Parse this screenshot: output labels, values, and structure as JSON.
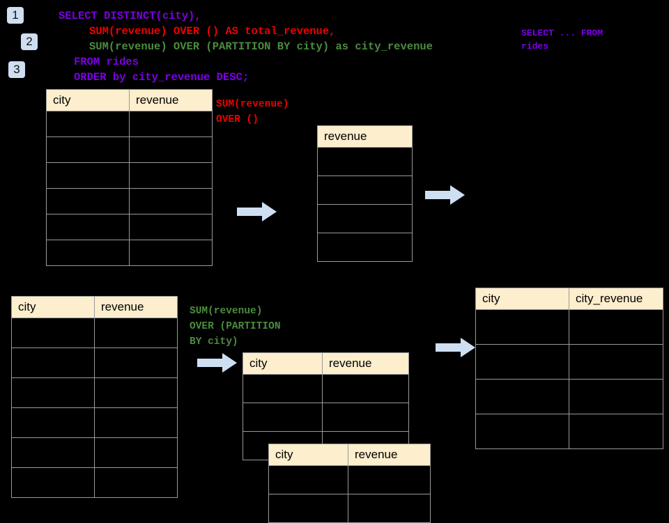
{
  "steps": [
    {
      "label": "1"
    },
    {
      "label": "2"
    },
    {
      "label": "3"
    }
  ],
  "sql": {
    "line1": "SELECT DISTINCT(city),",
    "line2": "SUM(revenue) OVER () AS total_revenue,",
    "line3": "SUM(revenue) OVER (PARTITION BY city) as city_revenue",
    "line4": "FROM rides",
    "line5": "ORDER by city_revenue DESC;",
    "colors": {
      "keyword_purple": "#7d00e6",
      "over_empty_red": "#ee0000",
      "over_partition_green": "#4c8c3f"
    }
  },
  "callouts": {
    "select_from": "SELECT ... FROM\nrides",
    "over_empty": "SUM(revenue)\nOVER ()",
    "over_partition": "SUM(revenue)\nOVER (PARTITION\nBY city)"
  },
  "tables": {
    "source_top": {
      "headers": [
        "city",
        "revenue"
      ],
      "row_count": 6
    },
    "total_revenue": {
      "headers": [
        "revenue"
      ],
      "row_count": 4
    },
    "source_bottom": {
      "headers": [
        "city",
        "revenue"
      ],
      "row_count": 6
    },
    "partition_a": {
      "headers": [
        "city",
        "revenue"
      ],
      "row_count": 3
    },
    "partition_b": {
      "headers": [
        "city",
        "revenue"
      ],
      "row_count": 2
    },
    "result": {
      "headers": [
        "city",
        "city_revenue"
      ],
      "row_count": 4
    }
  },
  "arrows": {
    "count": 4,
    "color": "#cfdff2",
    "direction": "right"
  },
  "theme": {
    "background": "#000000",
    "header_fill": "#fdeecd",
    "grid_line": "#9a9a9a",
    "badge_fill": "#cfdff2"
  }
}
